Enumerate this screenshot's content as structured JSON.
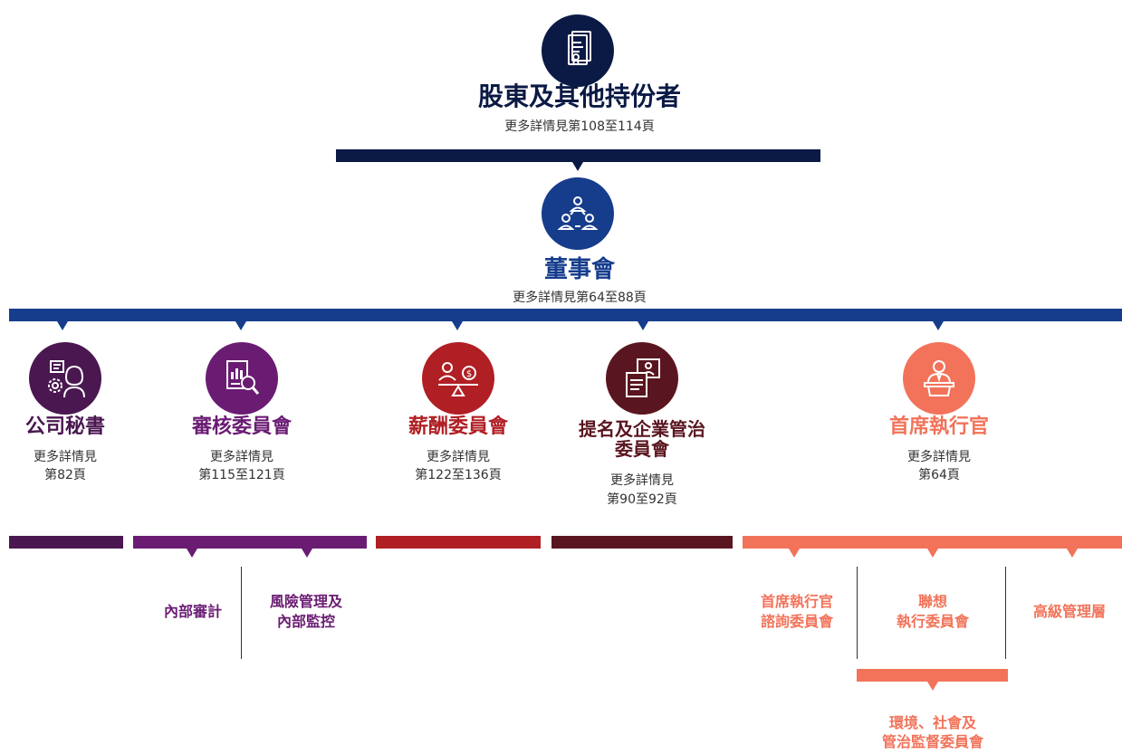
{
  "colors": {
    "navy": "#0b1a45",
    "blue": "#163d8c",
    "purple_dark": "#4a1750",
    "purple": "#6a1c73",
    "red": "#b01f24",
    "maroon": "#5a1620",
    "salmon": "#f2735a"
  },
  "shareholders": {
    "title": "股東及其他持份者",
    "note": "更多詳情見第108至114頁",
    "icon": "document-certificate-icon"
  },
  "board": {
    "title": "董事會",
    "note": "更多詳情見第64至88頁",
    "icon": "people-network-icon"
  },
  "units": [
    {
      "title": "公司秘書",
      "note1": "更多詳情見",
      "note2": "第82頁",
      "icon": "person-gear-icon"
    },
    {
      "title": "審核委員會",
      "note1": "更多詳情見",
      "note2": "第115至121頁",
      "icon": "report-magnifier-icon"
    },
    {
      "title": "薪酬委員會",
      "note1": "更多詳情見",
      "note2": "第122至136頁",
      "icon": "person-scale-dollar-icon"
    },
    {
      "title_line1": "提名及企業管治",
      "title_line2": "委員會",
      "note1": "更多詳情見",
      "note2": "第90至92頁",
      "icon": "person-document-icon"
    },
    {
      "title": "首席執行官",
      "note1": "更多詳情見",
      "note2": "第64頁",
      "icon": "speaker-podium-icon"
    }
  ],
  "audit_subs": {
    "internal_audit": "內部審計",
    "risk_line1": "風險管理及",
    "risk_line2": "內部監控"
  },
  "ceo_subs": {
    "advisory_line1": "首席執行官",
    "advisory_line2": "諮詢委員會",
    "lenovo_line1": "聯想",
    "lenovo_line2": "執行委員會",
    "senior_mgmt": "高級管理層",
    "esg_line1": "環境、社會及",
    "esg_line2": "管治監督委員會"
  }
}
